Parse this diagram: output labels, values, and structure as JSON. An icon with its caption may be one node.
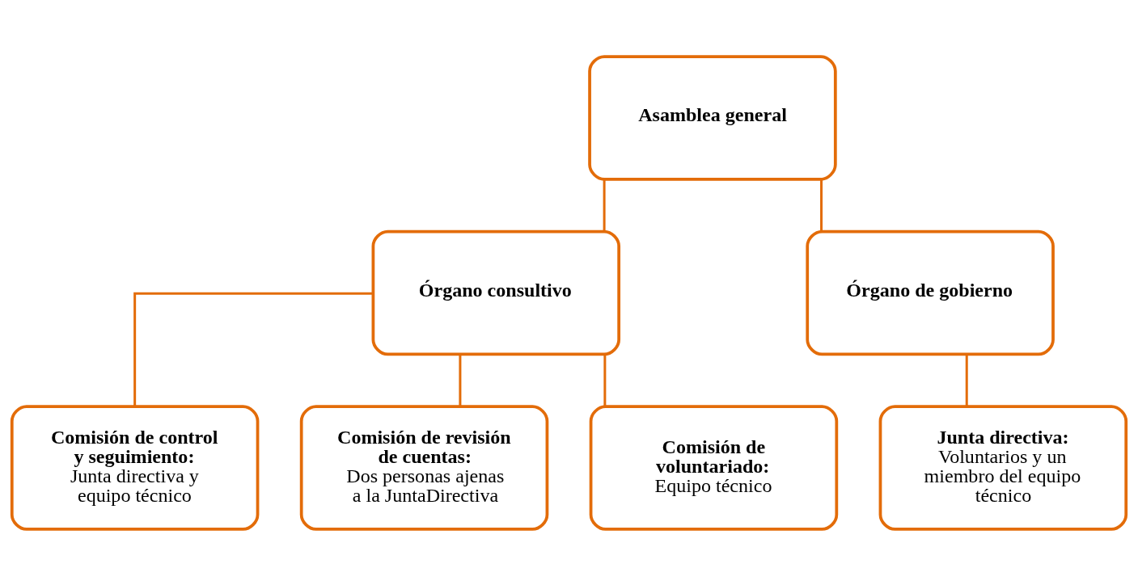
{
  "diagram": {
    "nodes": [
      {
        "text": [
          "Asamblea general"
        ]
      },
      {
        "text": [
          "Órgano consultivo"
        ]
      },
      {
        "text": [
          "Órgano de gobierno"
        ]
      },
      {
        "text": [
          "Comisión de control y seguimiento:",
          "Junta directiva y equipo técnico"
        ]
      },
      {
        "text": [
          "Comisión de revisión de cuentas:",
          "Dos personas ajenas a la JuntaDirectiva"
        ]
      },
      {
        "text": [
          "Comisión de voluntariado:",
          "Equipo técnico"
        ]
      },
      {
        "text": [
          "Junta directiva:",
          "Voluntarios y un miembro del equipo técnico"
        ]
      }
    ],
    "edges": [
      {
        "from": 0,
        "to": 1,
        "arrow": "none"
      },
      {
        "from": 0,
        "to": 2,
        "arrow": "none"
      },
      {
        "from": 1,
        "to": 3,
        "arrow": "none"
      },
      {
        "from": 1,
        "to": 4,
        "arrow": "none"
      },
      {
        "from": 1,
        "to": 5,
        "arrow": "none"
      },
      {
        "from": 2,
        "to": 6,
        "arrow": "none"
      }
    ]
  }
}
